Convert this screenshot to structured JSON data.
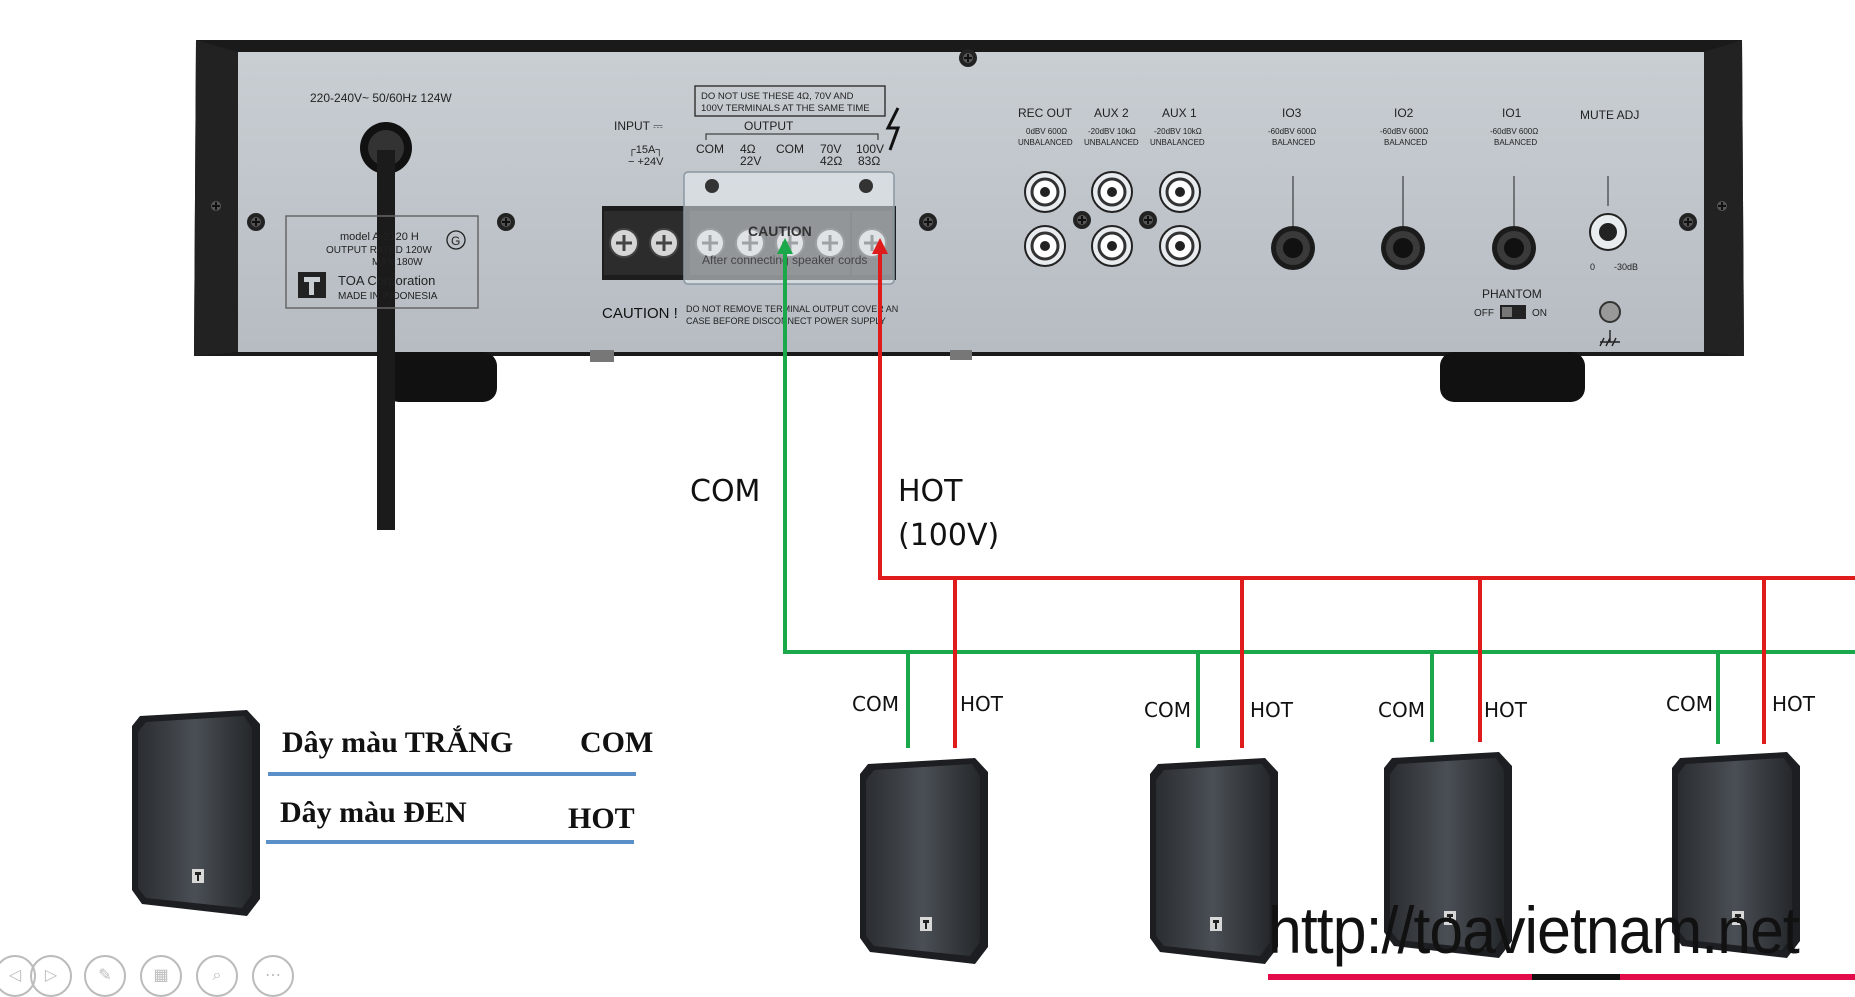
{
  "amplifier": {
    "power_spec": "220-240V~ 50/60Hz 124W",
    "warning_box": [
      "DO NOT USE THESE 4Ω, 70V AND",
      "100V TERMINALS AT THE SAME TIME"
    ],
    "input_label": "INPUT ⎓",
    "output_label": "OUTPUT",
    "fuse_label": "┌15A┐",
    "dc_label": "−  +24V",
    "terminals": [
      "COM",
      "4Ω",
      "COM",
      "70V",
      "100V"
    ],
    "terminal_sub": [
      "",
      "22V",
      "",
      "42Ω",
      "83Ω"
    ],
    "cover_text": [
      "CAUTION",
      "After connecting speaker cords"
    ],
    "caution": "CAUTION !",
    "caution_note": [
      "DO NOT REMOVE TERMINAL OUTPUT COVER AN",
      "CASE BEFORE DISCONNECT POWER SUPPLY"
    ],
    "plate": {
      "model": "model  A-2120 H",
      "output": "OUTPUT RATED 120W",
      "max": "MAX  180W",
      "maker": "TOA Corporation",
      "origin": "MADE IN INDONESIA",
      "mark": "G"
    },
    "jacks": [
      {
        "name": "REC OUT",
        "sub1": "0dBV 600Ω",
        "sub2": "UNBALANCED"
      },
      {
        "name": "AUX 2",
        "sub1": "-20dBV 10kΩ",
        "sub2": "UNBALANCED"
      },
      {
        "name": "AUX 1",
        "sub1": "-20dBV 10kΩ",
        "sub2": "UNBALANCED"
      }
    ],
    "mic_inputs": [
      {
        "name": "IO3",
        "sub1": "-60dBV 600Ω",
        "sub2": "BALANCED"
      },
      {
        "name": "IO2",
        "sub1": "-60dBV 600Ω",
        "sub2": "BALANCED"
      },
      {
        "name": "IO1",
        "sub1": "-60dBV 600Ω",
        "sub2": "BALANCED"
      }
    ],
    "mute_adj": "MUTE ADJ",
    "mute_min": "0",
    "mute_max": "-30dB",
    "phantom": "PHANTOM",
    "phantom_off": "OFF",
    "phantom_on": "ON"
  },
  "wires": {
    "com_label": "COM",
    "hot_label": "HOT",
    "hot_sub": "(100V)",
    "com_color": "#1aa84b",
    "hot_color": "#e01b1b"
  },
  "legend": {
    "white_wire": "Dây màu TRẮNG",
    "white_role": "COM",
    "black_wire": "Dây màu ĐEN",
    "black_role": "HOT",
    "line_color": "#5b8fc7"
  },
  "speakers": [
    {
      "com": "COM",
      "hot": "HOT"
    },
    {
      "com": "COM",
      "hot": "HOT"
    },
    {
      "com": "COM",
      "hot": "HOT"
    },
    {
      "com": "COM",
      "hot": "HOT"
    }
  ],
  "watermark": "http://toavietnam.net",
  "toolbar_icons": [
    "play-icon",
    "pen-icon",
    "slides-icon",
    "zoom-icon",
    "more-icon"
  ]
}
